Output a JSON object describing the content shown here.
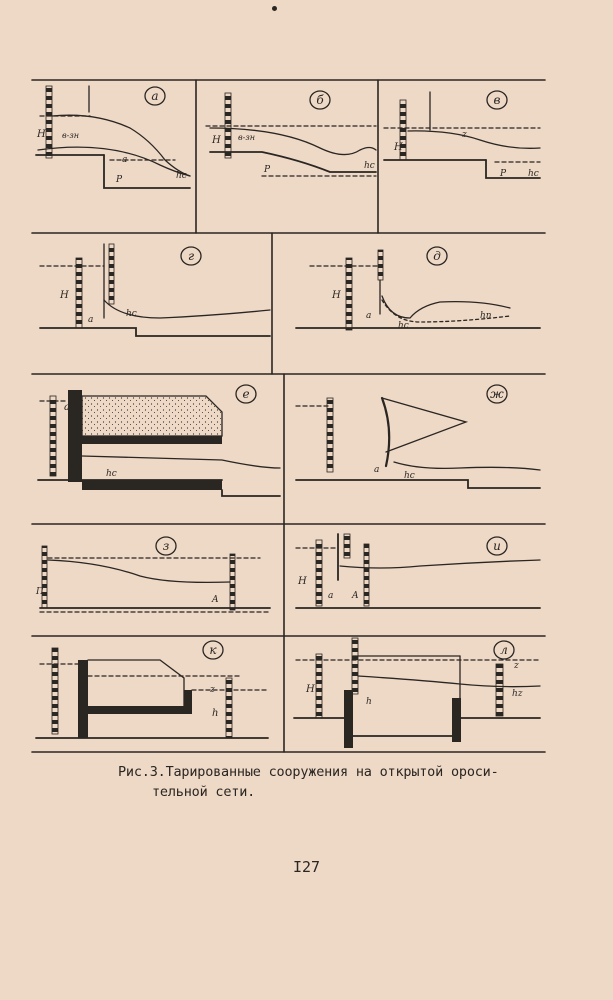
{
  "caption": {
    "line1": "Рис.3.Тарированные сооружения на открытой ороси-",
    "line2": "тельной сети."
  },
  "page_number": "I27",
  "panels": [
    {
      "label": "а",
      "annotations": [
        "H",
        "в-зн",
        "P",
        "a",
        "hc"
      ]
    },
    {
      "label": "б",
      "annotations": [
        "в-зн",
        "H",
        "P",
        "hc"
      ]
    },
    {
      "label": "в",
      "annotations": [
        "H",
        "z",
        "P",
        "hc"
      ]
    },
    {
      "label": "г",
      "annotations": [
        "H",
        "a",
        "hc"
      ]
    },
    {
      "label": "д",
      "annotations": [
        "H",
        "a",
        "hc",
        "hn"
      ]
    },
    {
      "label": "е",
      "annotations": [
        "a",
        "a",
        "hc"
      ]
    },
    {
      "label": "ж",
      "annotations": [
        "a",
        "hc"
      ]
    },
    {
      "label": "з",
      "annotations": [
        "П",
        "A"
      ]
    },
    {
      "label": "и",
      "annotations": [
        "H",
        "a",
        "A"
      ]
    },
    {
      "label": "к",
      "annotations": [
        "z",
        "h"
      ]
    },
    {
      "label": "л",
      "annotations": [
        "H",
        "h",
        "z",
        "hz"
      ]
    }
  ]
}
